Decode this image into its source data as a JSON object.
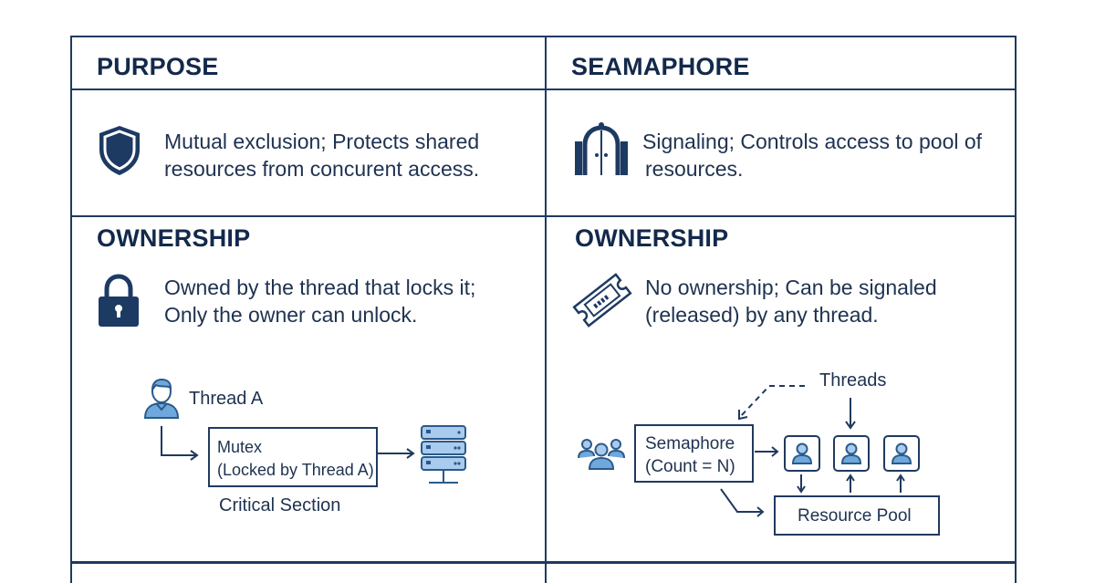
{
  "table": {
    "left": {
      "purpose": {
        "header": "PURPOSE",
        "icon": "shield-icon",
        "text_line1": "Mutual exclusion; Protects shared",
        "text_line2": "resources from concurent access."
      },
      "ownership": {
        "header": "OWNERSHIP",
        "icon": "padlock-icon",
        "text_line1": "Owned by the thread that locks it;",
        "text_line2": "Only the owner can unlock."
      },
      "diagram": {
        "thread_label": "Thread A",
        "thread_icon": "user-icon",
        "mutex_line1": "Mutex",
        "mutex_line2": "(Locked by Thread A)",
        "caption": "Critical Section",
        "resource_icon": "server-icon"
      }
    },
    "right": {
      "purpose": {
        "header": "SEAMAPHORE",
        "icon": "gate-icon",
        "text_line1": "Signaling; Controls access to pool of",
        "text_line2": "resources."
      },
      "ownership": {
        "header": "OWNERSHIP",
        "icon": "ticket-icon",
        "text_line1": "No ownership; Can be signaled",
        "text_line2": "(released) by any thread."
      },
      "diagram": {
        "threads_label": "Threads",
        "group_icon": "users-group-icon",
        "semaphore_line1": "Semaphore",
        "semaphore_line2": "(Count = N)",
        "thread_slots": [
          "thread-1",
          "thread-2",
          "thread-3"
        ],
        "pool_label": "Resource Pool"
      }
    }
  },
  "colors": {
    "border": "#1f3a5f",
    "heading": "#13294b",
    "icon_dark": "#1d3a63",
    "icon_light": "#6fa8dc"
  }
}
